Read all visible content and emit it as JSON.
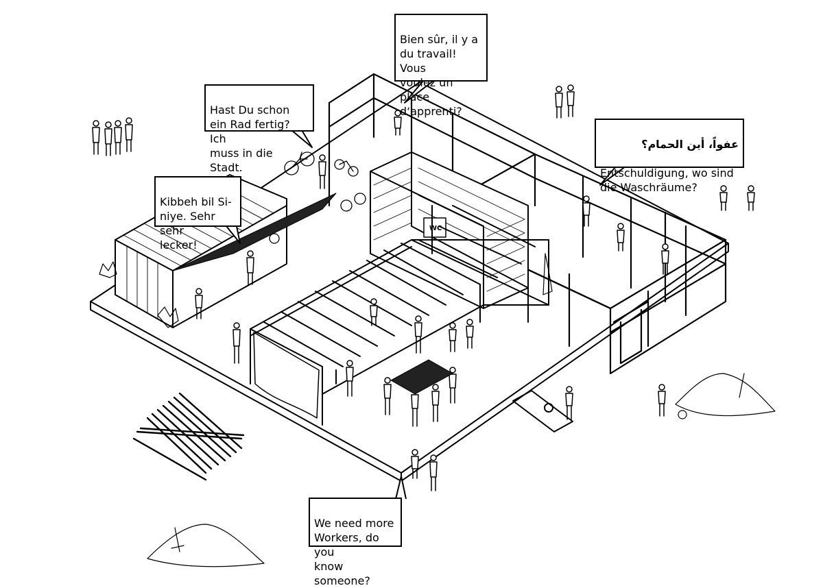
{
  "speech_bubbles": {
    "french": {
      "text": "Bien sûr, il y a\ndu travail! Vous\nvoulez un place\nd‘apprenti?"
    },
    "german_bike": {
      "text": "Hast Du schon\nein Rad fertig? Ich\nmuss in die Stadt."
    },
    "arabic_german": {
      "arabic": "عفواً، أين الحمام؟",
      "text": "Entschuldigung, wo sind\ndie Waschräume?"
    },
    "food": {
      "text": "Kibbeh bil Si-\nniye. Sehr sehr\nlecker!"
    },
    "workers": {
      "text": "We need more\nWorkers, do you\nknow someone?"
    }
  },
  "signs": {
    "wc": "WC"
  }
}
